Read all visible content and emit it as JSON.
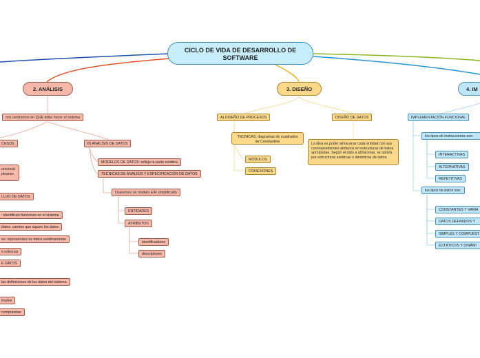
{
  "root": {
    "title": "CICLO DE VIDA DE DESARROLLO DE SOFTWARE"
  },
  "colors": {
    "analisis": "#f6b9a9",
    "diseno": "#fcd98a",
    "implementacion": "#bfe6f8",
    "root": "#c8eefc"
  },
  "analisis": {
    "label": "2. ANÁLISIS",
    "intro": "nos centramos en QUE debe hacer el sistema",
    "procesos_cut": "CESOS",
    "funcional_cut_1": "uncional",
    "funcional_cut_2": "plearan",
    "flujo_cut": "LUJO DE DATOS",
    "items_left": [
      ": identifican funciones en el sistema",
      "datos: camino que siguen los datos",
      "es: representan los datos estáticamente",
      "s externas",
      "E DATOS",
      "las definiciones de los datos del sistema",
      "imples",
      "compuestas"
    ],
    "analisis_datos": "B) ANALISIS DE DATOS",
    "modelos_datos": "MODELOS DE DATOS: refleje la parte estática",
    "tecnicas": "TECNICAS DE ANALISIS Y ESPECIFICACIÓN DE DATOS",
    "modelo_er": "Usaremos un modelo E/R simplificado",
    "entidades": "ENTIDADES",
    "atributos": "ATRIBUTOS",
    "identificadores": "identificadores",
    "descriptores": "descriptores"
  },
  "diseno": {
    "label": "3. DISEÑO",
    "procesos": "A) DISEÑO DE PROCESOS",
    "tecnicas": "TECNICAS: diagramas de cuadrados de Constantine",
    "modulos": "MÓDULOS",
    "conexiones": "CONEXIONES",
    "datos": "DISEÑO DE DATOS",
    "datos_desc": "La idea es poder almacenar cada entidad con sus correspondientes atributos en estructuras de datos apropiadas. Según el dato a almacenar, se optará por estructuras estáticas o dinámicas de datos."
  },
  "implementacion": {
    "label": "4. IM",
    "funcional": "IMPLEMENTACIÓN FUNCIONAL",
    "instrucciones": "los tipos de instrucciones son",
    "interactivas": "INTERACTIVAS",
    "alternativas": "ALTERNATIVAS",
    "repetitivas": "REPETITIVAS",
    "tipos_datos": "los tipos de datos son:",
    "constantes": "CONSTANTES Y VARIA",
    "definidos": "DATOS DEFINIDOS Y",
    "simples": "SIMPLES Y COMPUEST",
    "estaticos": "ESTÁTICOS Y DINÁMI"
  }
}
